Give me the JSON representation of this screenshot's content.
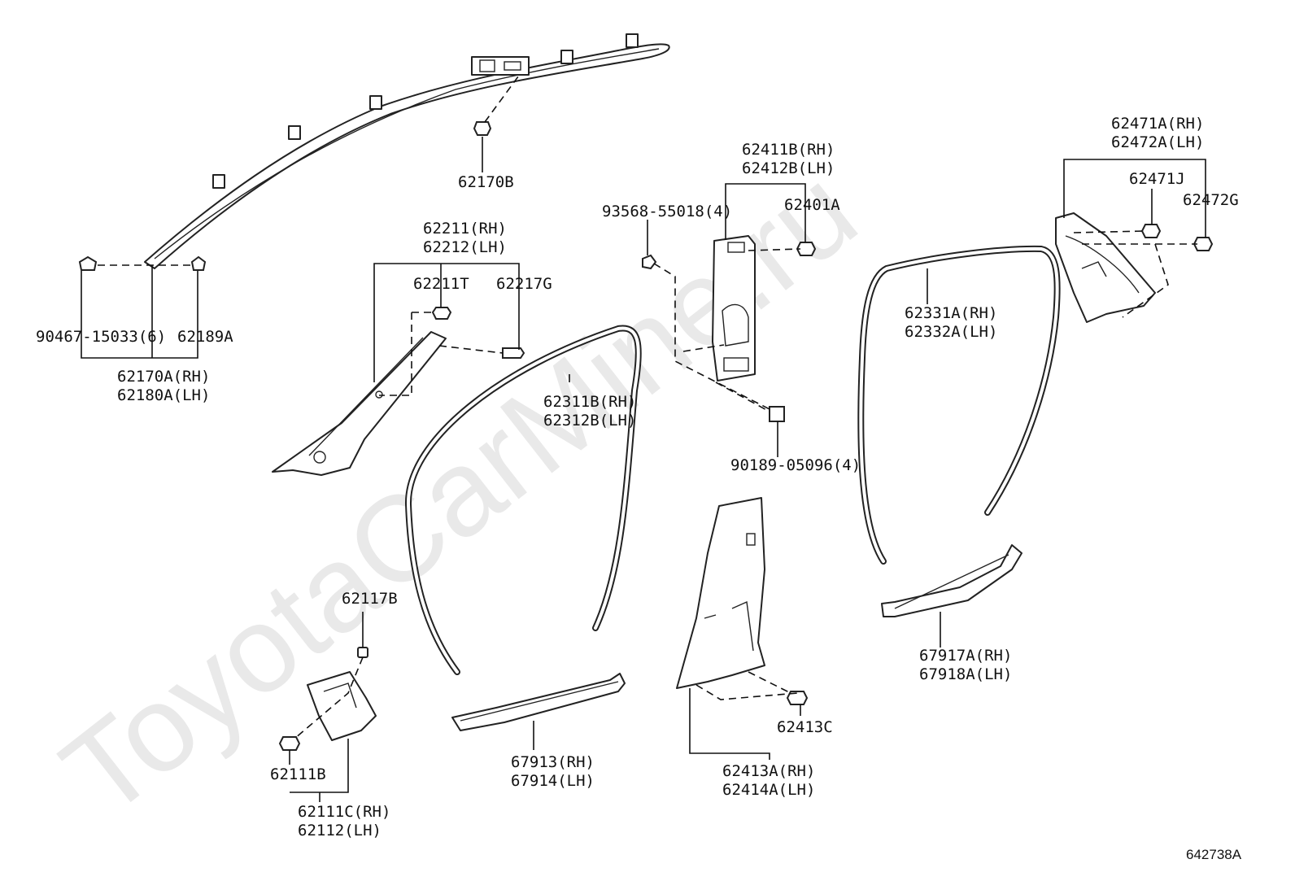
{
  "watermark": "ToyotaCarMine.ru",
  "diagram_id": "642738A",
  "labels": {
    "p62170B": "62170B",
    "p90467": "90467-15033(6)",
    "p62189A": "62189A",
    "p62170A": "62170A(RH)",
    "p62180A": "62180A(LH)",
    "p62211": "62211(RH)",
    "p62212": "62212(LH)",
    "p62211T": "62211T",
    "p62217G": "62217G",
    "p93568": "93568-55018(4)",
    "p62411B": "62411B(RH)",
    "p62412B": "62412B(LH)",
    "p62401A": "62401A",
    "p90189": "90189-05096(4)",
    "p62311B": "62311B(RH)",
    "p62312B": "62312B(LH)",
    "p62331A": "62331A(RH)",
    "p62332A": "62332A(LH)",
    "p62471A": "62471A(RH)",
    "p62472A": "62472A(LH)",
    "p62471J": "62471J",
    "p62472G": "62472G",
    "p62117B": "62117B",
    "p62111B": "62111B",
    "p62111C": "62111C(RH)",
    "p62112": "62112(LH)",
    "p67913": "67913(RH)",
    "p67914": "67914(LH)",
    "p62413C": "62413C",
    "p62413A": "62413A(RH)",
    "p62414A": "62414A(LH)",
    "p67917A": "67917A(RH)",
    "p67918A": "67918A(LH)"
  }
}
